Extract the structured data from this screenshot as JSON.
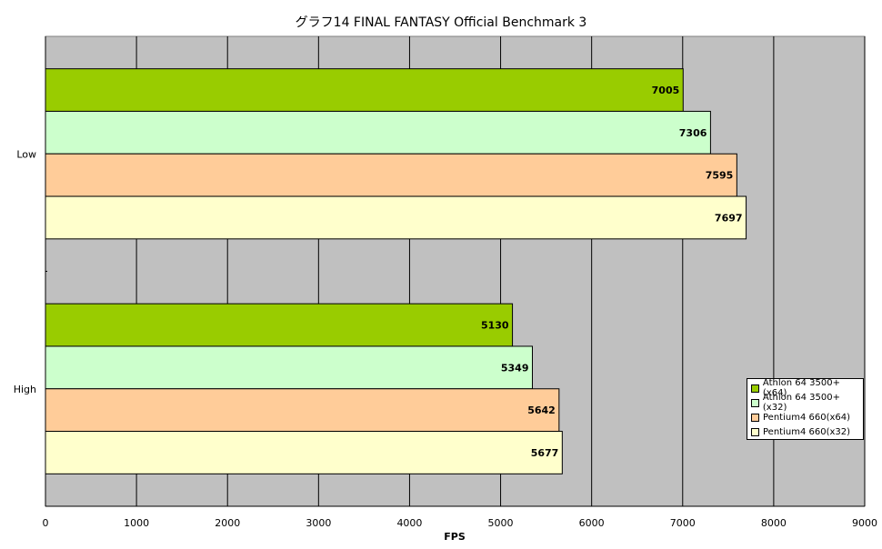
{
  "chart_data": {
    "type": "bar",
    "orientation": "horizontal",
    "title": "グラフ14  FINAL FANTASY Official Benchmark 3",
    "xlabel": "FPS",
    "ylabel": "",
    "xlim": [
      0,
      9000
    ],
    "xticks": [
      0,
      1000,
      2000,
      3000,
      4000,
      5000,
      6000,
      7000,
      8000,
      9000
    ],
    "categories": [
      "Low",
      "High"
    ],
    "grid": true,
    "legend_position": "right",
    "series": [
      {
        "name": "Athlon 64 3500+(x64)",
        "color": "#99cc00",
        "values": [
          7005,
          5130
        ]
      },
      {
        "name": "Athlon 64 3500+(x32)",
        "color": "#ccffcc",
        "values": [
          7306,
          5349
        ]
      },
      {
        "name": "Pentium4 660(x64)",
        "color": "#ffcc99",
        "values": [
          7595,
          5642
        ]
      },
      {
        "name": "Pentium4 660(x32)",
        "color": "#ffffcc",
        "values": [
          7697,
          5677
        ]
      }
    ]
  }
}
